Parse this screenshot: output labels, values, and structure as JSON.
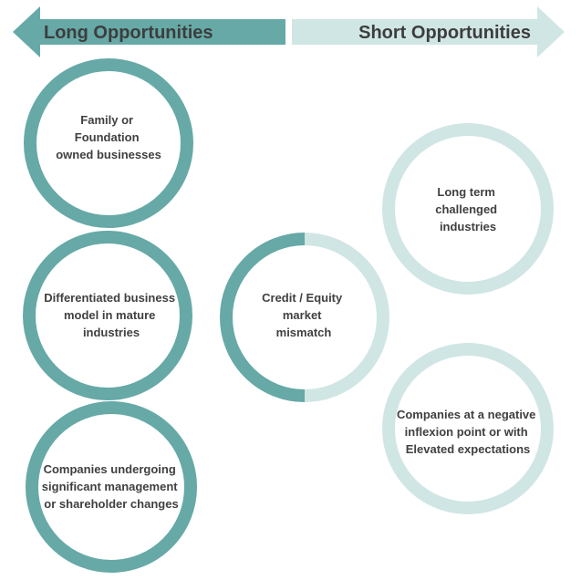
{
  "header": {
    "long_label": "Long Opportunities",
    "short_label": "Short Opportunities"
  },
  "colors": {
    "long": "#66a9a7",
    "short": "#d0e6e4",
    "text": "#404040"
  },
  "circles": {
    "family": [
      "Family or",
      "Foundation",
      "owned businesses"
    ],
    "differentiated": [
      "Differentiated business",
      "model in mature",
      "industries"
    ],
    "management": [
      "Companies undergoing",
      "significant management",
      "or shareholder changes"
    ],
    "credit": [
      "Credit / Equity",
      "market",
      "mismatch"
    ],
    "challenged": [
      "Long term",
      "challenged",
      "industries"
    ],
    "inflexion": [
      "Companies at a negative",
      "inflexion point or with",
      "Elevated expectations"
    ]
  }
}
